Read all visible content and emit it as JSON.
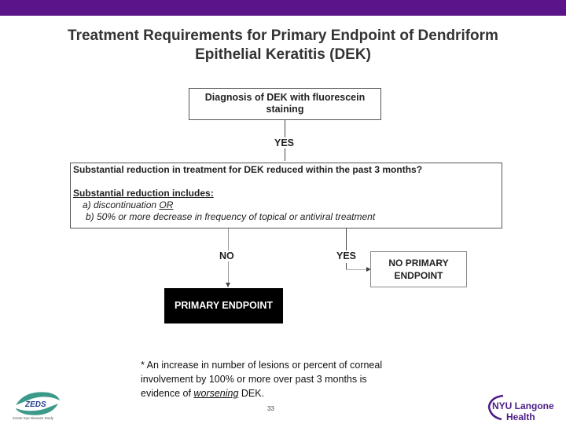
{
  "colors": {
    "top_bar": "#5b1489",
    "brand_purple": "#4b1c86",
    "zeds_teal": "#2f8f7f"
  },
  "title": {
    "line1": "Treatment Requirements for Primary Endpoint of Dendriform",
    "line2": "Epithelial Keratitis (DEK)"
  },
  "flow": {
    "diagnosis": "Diagnosis of DEK with fluorescein staining",
    "yes1": "YES",
    "question": "Substantial reduction in treatment for DEK reduced within the past 3 months?",
    "includes": "Substantial reduction includes:",
    "item_a": "a) discontinuation ",
    "item_a_or": "OR",
    "item_b": "b) 50% or more decrease in frequency of topical or antiviral treatment",
    "no": "NO",
    "yes2": "YES",
    "no_primary": "NO PRIMARY ENDPOINT",
    "primary": "PRIMARY ENDPOINT"
  },
  "note": {
    "before": " * An increase in number of lesions or percent of corneal involvement by 100% or more over past 3 months is evidence of ",
    "emph": "worsening",
    "after": " DEK."
  },
  "page_number": "33",
  "logos": {
    "zeds": "ZEDS",
    "zeds_sub": "Zoster Eye Disease Study",
    "nyu": "NYU Langone Health"
  }
}
